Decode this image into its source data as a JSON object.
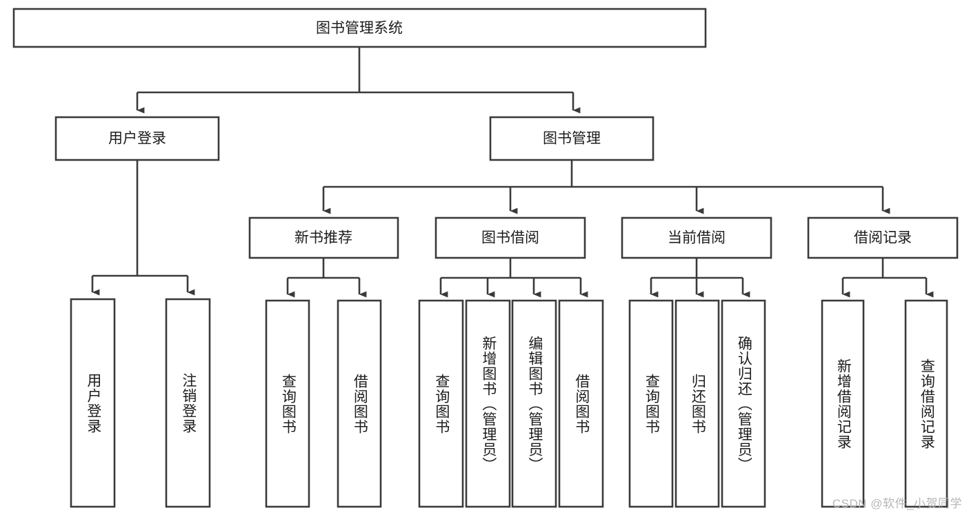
{
  "diagram": {
    "type": "hierarchy-tree",
    "title": "图书管理系统",
    "arrow_style": "filled-triangle",
    "colors": {
      "box_stroke": "#3a3a3a",
      "box_fill": "#ffffff",
      "text": "#1c1c1c",
      "background": "#ffffff",
      "watermark": "#b6b6b6"
    },
    "root": {
      "label": "图书管理系统"
    },
    "level2": [
      {
        "id": "user-login",
        "label": "用户登录"
      },
      {
        "id": "book-management",
        "label": "图书管理"
      }
    ],
    "level3": [
      {
        "id": "new-book-recommend",
        "label": "新书推荐"
      },
      {
        "id": "book-borrow",
        "label": "图书借阅"
      },
      {
        "id": "current-borrow",
        "label": "当前借阅"
      },
      {
        "id": "borrow-record",
        "label": "借阅记录"
      }
    ],
    "leaves": {
      "user-login": [
        {
          "id": "leaf-user-login",
          "label": "用户登录"
        },
        {
          "id": "leaf-logout-login",
          "label": "注销登录"
        }
      ],
      "new-book-recommend": [
        {
          "id": "leaf-query-book-1",
          "label": "查询图书"
        },
        {
          "id": "leaf-borrow-book-1",
          "label": "借阅图书"
        }
      ],
      "book-borrow": [
        {
          "id": "leaf-query-book-2",
          "label": "查询图书"
        },
        {
          "id": "leaf-add-book",
          "label": "新增图书（管理员）"
        },
        {
          "id": "leaf-edit-book",
          "label": "编辑图书（管理员）"
        },
        {
          "id": "leaf-borrow-book-2",
          "label": "借阅图书"
        }
      ],
      "current-borrow": [
        {
          "id": "leaf-query-book-3",
          "label": "查询图书"
        },
        {
          "id": "leaf-return-book",
          "label": "归还图书"
        },
        {
          "id": "leaf-confirm-return",
          "label": "确认归还（管理员）"
        }
      ],
      "borrow-record": [
        {
          "id": "leaf-add-borrow-record",
          "label": "新增借阅记录"
        },
        {
          "id": "leaf-query-borrow-record",
          "label": "查询借阅记录"
        }
      ]
    }
  },
  "watermark": {
    "text": "CSDN @软件_小贺同学"
  }
}
